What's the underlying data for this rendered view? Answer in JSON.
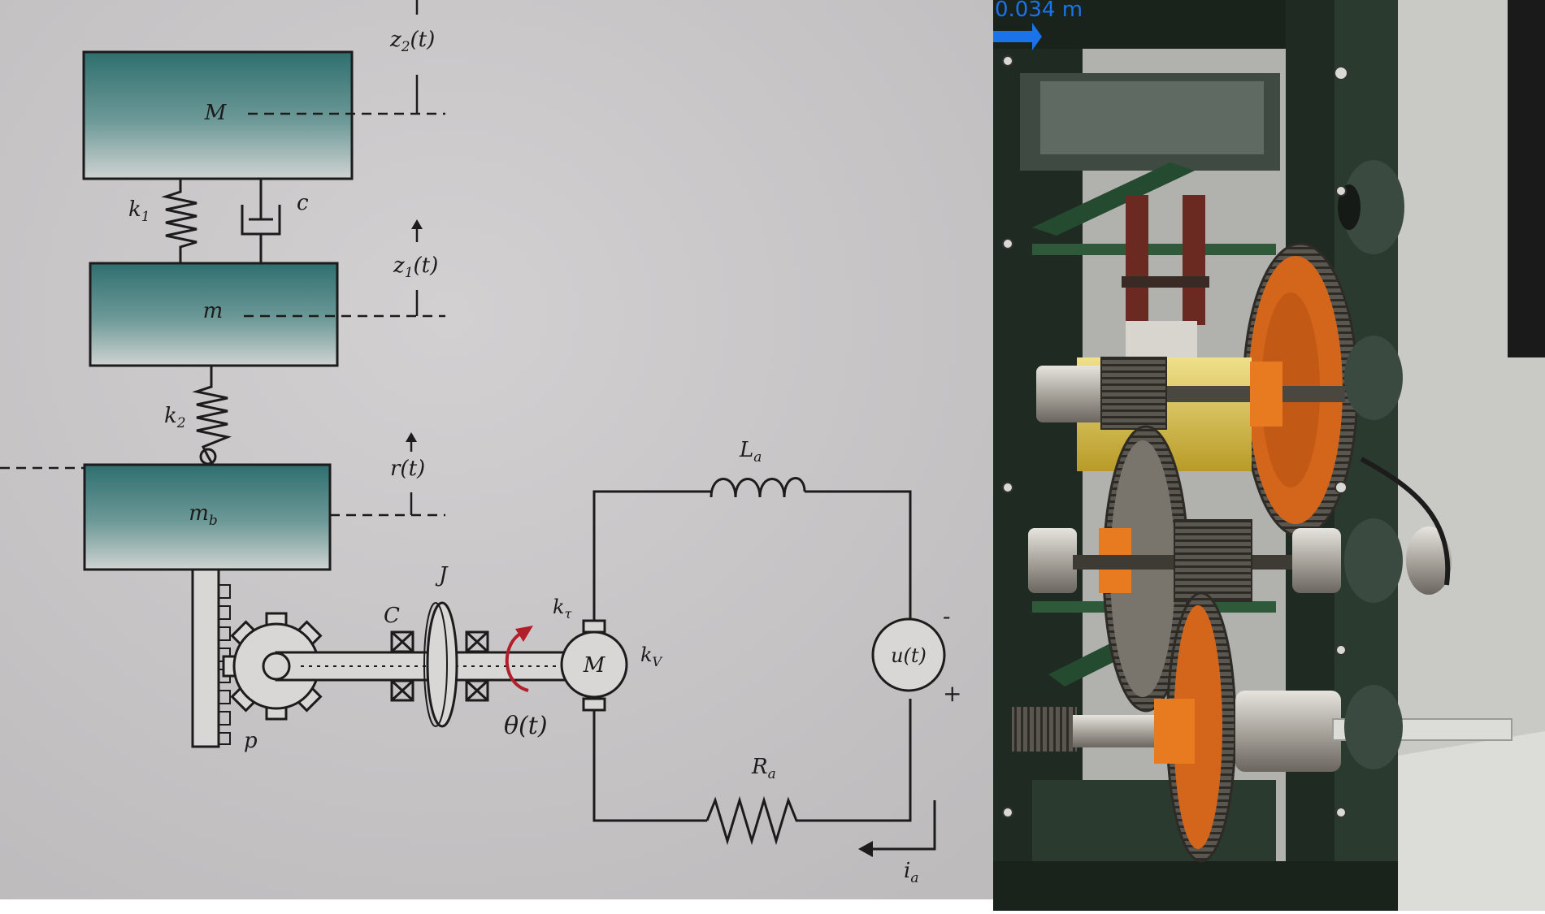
{
  "diagram": {
    "labels": {
      "mass_top": "M",
      "mass_mid": "m",
      "mass_bottom": "m",
      "mass_bottom_sub": "b",
      "spring_1": "k",
      "spring_1_sub": "1",
      "spring_2": "k",
      "spring_2_sub": "2",
      "damper": "c",
      "disp_top": "z",
      "disp_top_sub": "2",
      "disp_top_arg": "(t)",
      "disp_mid": "z",
      "disp_mid_sub": "1",
      "disp_mid_arg": "(t)",
      "disp_road": "r(t)",
      "inertia": "J",
      "shaft_damping": "C",
      "torque_const": "k",
      "torque_const_sub": "τ",
      "motor": "M",
      "back_emf_const": "k",
      "back_emf_sub": "V",
      "angle": "θ(t)",
      "pinion": "p",
      "inductor": "L",
      "inductor_sub": "a",
      "resistor": "R",
      "resistor_sub": "a",
      "source": "u(t)",
      "minus": "-",
      "plus": "+",
      "current": "i",
      "current_sub": "a"
    },
    "colors": {
      "paper": "#cbc9ca",
      "mass_fill_top": "#2f6f6f",
      "mass_fill_bottom": "#cfd3d1",
      "ink": "#1c1c1c",
      "torque_arrow": "#b01f2a"
    }
  },
  "photo": {
    "overlay_text": "0.034 m",
    "colors": {
      "frame": "#1f2a22",
      "gear_orange": "#d4661b",
      "gear_steel": "#6b6760",
      "wall": "#b8b8b4",
      "roller_green": "#3a4a40",
      "highlight_blue": "#1a73e8"
    }
  }
}
